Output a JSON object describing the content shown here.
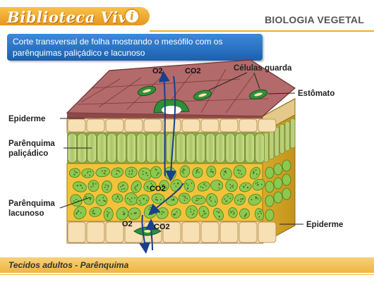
{
  "header": {
    "brand": "Biblioteca Viva",
    "info_icon": "i",
    "section": "BIOLOGIA VEGETAL"
  },
  "caption": "Corte transversal de folha mostrando o mesófilo com os parênquimas paliçádico e lacunoso",
  "labels": {
    "epiderme_top": "Epiderme",
    "palicadico": [
      "Parênquima",
      "paliçádico"
    ],
    "lacunoso": [
      "Parênquima",
      "lacunoso"
    ],
    "celulas_guarda": "Células guarda",
    "estomato": "Estômato",
    "epiderme_bottom": "Epiderme"
  },
  "gases": {
    "o2_top": "O2",
    "co2_top": "CO2",
    "co2_mid": "CO2",
    "o2_bottom": "O2",
    "co2_bottom": "CO2"
  },
  "colors": {
    "cuticle": "#a55a5a",
    "epidermis": "#f3d9a6",
    "palisade": "#b9cf7a",
    "spongy_bg": "#f2c33a",
    "spongy_cell": "#8cc94e",
    "guard_cell": "#2f8f3a",
    "arrow": "#1b3f8a"
  },
  "footer": "Tecidos adultos - Parênquima"
}
